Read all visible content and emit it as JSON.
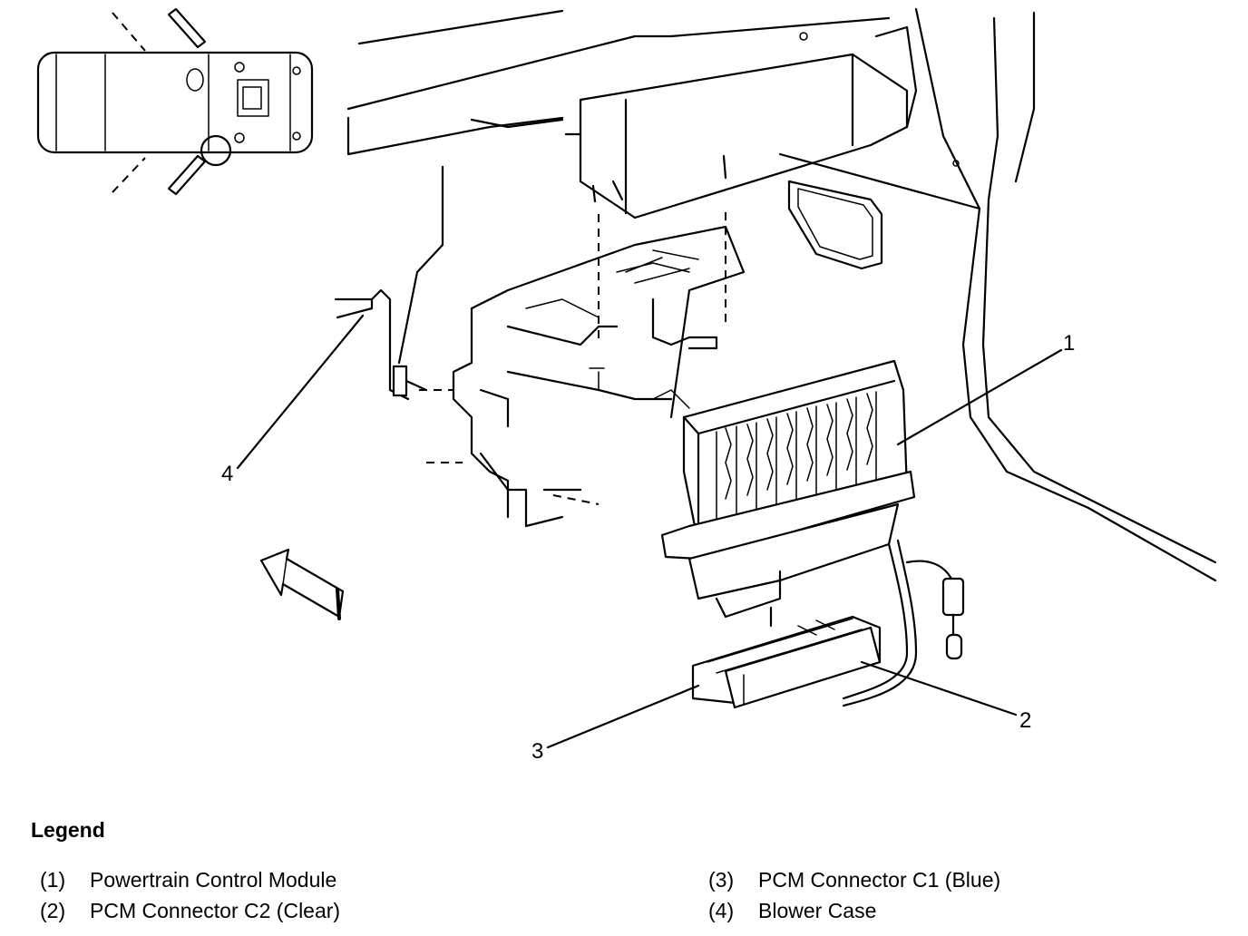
{
  "diagram": {
    "callouts": [
      "1",
      "2",
      "3",
      "4"
    ]
  },
  "legend": {
    "title": "Legend",
    "left_items": [
      {
        "num": "(1)",
        "label": "Powertrain Control Module"
      },
      {
        "num": "(2)",
        "label": "PCM Connector C2 (Clear)"
      }
    ],
    "right_items": [
      {
        "num": "(3)",
        "label": "PCM Connector C1 (Blue)"
      },
      {
        "num": "(4)",
        "label": "Blower Case"
      }
    ]
  }
}
